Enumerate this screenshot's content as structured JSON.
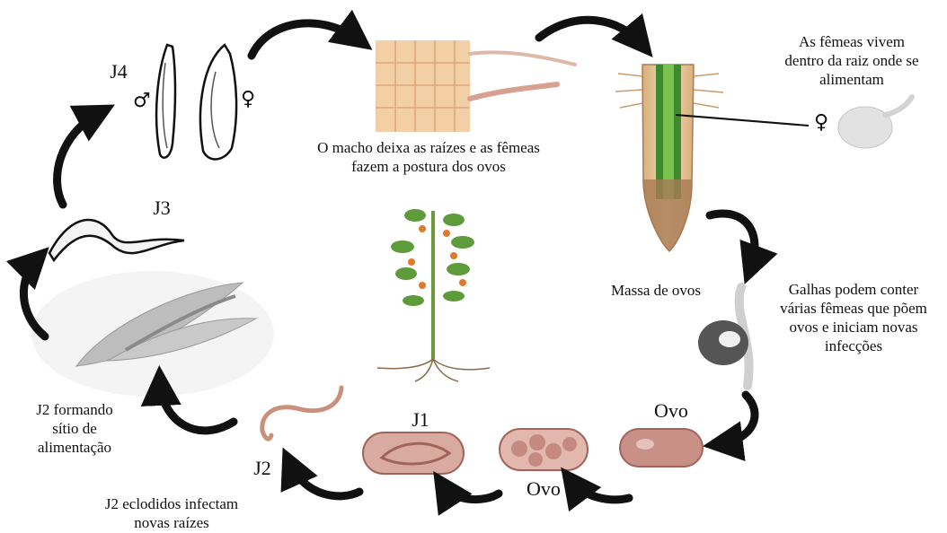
{
  "labels": {
    "j4": "J4",
    "j3": "J3",
    "j1": "J1",
    "j2": "J2",
    "ovo_right": "Ovo",
    "ovo_bottom": "Ovo",
    "male_leaves": "O macho deixa as raízes e as fêmeas\nfazem a postura dos ovos",
    "females_live": "As fêmeas vivem\ndentro da raiz onde se\nalimentam",
    "egg_mass": "Massa de ovos",
    "galls": "Galhas podem conter\nvárias fêmeas que põem\novos e iniciam novas\ninfecções",
    "j2_feeding": "J2 formando\nsítio de\nalimentação",
    "j2_hatched": "J2 eclodidos infectam\nnovas raízes"
  },
  "symbols": {
    "male": "♂",
    "female": "♀",
    "female_right": "♀"
  },
  "colors": {
    "arrow": "#111111",
    "root_tissue": "#f2cfa6",
    "root_cap": "#a87a55",
    "vascular": "#3f8a2e",
    "nematode_pink": "#c9907c",
    "egg_fill": "#d8aaa0",
    "egg_stroke": "#a0645a",
    "female_body": "#e2e2e2",
    "plant_stem": "#6a9a3a",
    "fruit": "#e07a2a"
  }
}
